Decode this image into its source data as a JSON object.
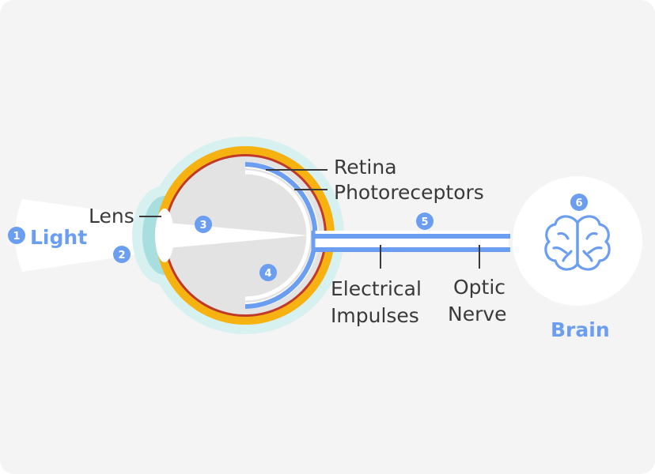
{
  "labels": {
    "light": "Light",
    "lens": "Lens",
    "retina": "Retina",
    "photoreceptors": "Photoreceptors",
    "electrical_line1": "Electrical",
    "electrical_line2": "Impulses",
    "optic_line1": "Optic",
    "optic_line2": "Nerve",
    "brain": "Brain"
  },
  "steps": [
    "1",
    "2",
    "3",
    "4",
    "5",
    "6"
  ],
  "colors": {
    "background": "#f4f4f4",
    "accent_blue": "#6b9ef0",
    "sclera_orange": "#f6b210",
    "choroid_red": "#c0392b",
    "halo": "#d7f0f0",
    "eye_interior": "#e3e3e3",
    "text": "#3a3a3a"
  },
  "icons": {
    "brain": "brain-icon"
  }
}
